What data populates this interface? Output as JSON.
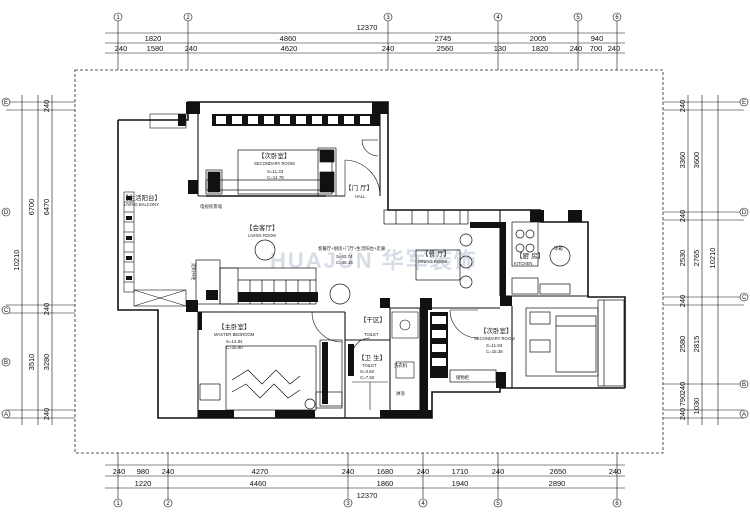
{
  "dimensions": {
    "top_total": "12370",
    "top_row1": [
      "1820",
      "4860",
      "2745",
      "2005",
      "940"
    ],
    "top_row2": [
      "240",
      "1580",
      "240",
      "4620",
      "240",
      "2560",
      "130",
      "1820",
      "240",
      "700",
      "240"
    ],
    "bottom_row1": [
      "240",
      "980",
      "240",
      "4270",
      "240",
      "1680",
      "240",
      "1710",
      "240",
      "2650",
      "240"
    ],
    "bottom_row2": [
      "1220",
      "4460",
      "1860",
      "1940",
      "2890"
    ],
    "bottom_total": "12370",
    "left_total": "10210",
    "left_outer": [
      "6700",
      "3510"
    ],
    "left_inner": [
      "240",
      "6470",
      "240",
      "3280",
      "240"
    ],
    "right_inner": [
      "240",
      "3360",
      "240",
      "2530",
      "240",
      "2580",
      "240",
      "790",
      "240"
    ],
    "right_outer": [
      "3600",
      "2765",
      "2815",
      "1030"
    ],
    "right_total": "10210"
  },
  "axes": {
    "top": [
      "1",
      "2",
      "3",
      "4",
      "5",
      "6"
    ],
    "bottom": [
      "1",
      "2",
      "3",
      "4",
      "5",
      "6"
    ],
    "left": [
      "E",
      "D",
      "C",
      "B",
      "A"
    ],
    "right": [
      "E",
      "D",
      "C",
      "B",
      "A"
    ]
  },
  "rooms": {
    "secondary_bedroom_top": {
      "cn": "【次卧室】",
      "en": "SECONDARY ROOM",
      "s": "S=11.33",
      "c": "C=14.78"
    },
    "hall": {
      "cn": "【门 厅】",
      "en": "HALL"
    },
    "living_balcony": {
      "cn": "【生活阳台】",
      "en": "LIVING BALCONY"
    },
    "living_room": {
      "cn": "【会客厅】",
      "en": "LIVING ROOM"
    },
    "combined_note": {
      "cn": "客餐厅+厨房+门厅+生活阳台+走廊",
      "s": "S=43.74",
      "c": "C=46.16"
    },
    "dining": {
      "cn": "【餐 厅】",
      "en": "DINING ROOM"
    },
    "kitchen": {
      "cn": "【厨 房】",
      "en": "KITCHEN"
    },
    "master_bedroom": {
      "cn": "【主卧室】",
      "en": "MASTER BEDROOM",
      "s": "S=12.84",
      "c": "C=15.90"
    },
    "toilet_left": {
      "cn": "【卫 生】",
      "en": "TOILET",
      "s": "S=3.60",
      "c": "C=7.50"
    },
    "toilet_top": {
      "cn": "【干区】",
      "en": "TOILET"
    },
    "secondary_bedroom_bottom": {
      "cn": "【次卧室】",
      "en": "SECONDARY ROOM",
      "s": "S=11.93",
      "c": "C=15.38"
    }
  },
  "labels": {
    "tv_wall": "电视背景墙",
    "storage": "储物柜",
    "custom_cabinet": "定制书柜",
    "fridge": "冰箱",
    "washer": "洗衣机",
    "shower": "淋浴"
  },
  "watermark": "HUAJUN 华军装饰"
}
